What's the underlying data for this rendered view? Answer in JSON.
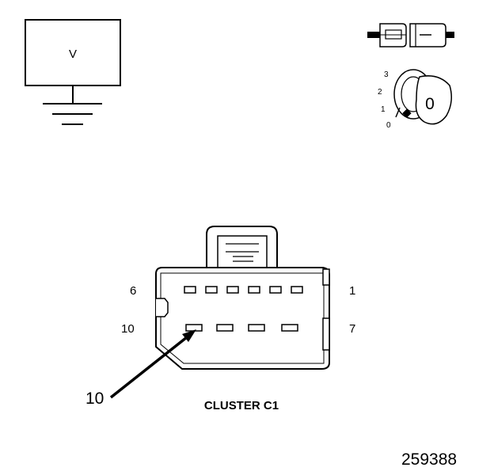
{
  "voltmeter": {
    "symbol": "V"
  },
  "ignition": {
    "positions": [
      "3",
      "2",
      "1",
      "0"
    ],
    "key_label": "0"
  },
  "connector": {
    "pin_top_left": "6",
    "pin_top_right": "1",
    "pin_bottom_left": "10",
    "pin_bottom_right": "7",
    "caption": "CLUSTER C1"
  },
  "callout": {
    "label": "10"
  },
  "figure_id": "259388"
}
